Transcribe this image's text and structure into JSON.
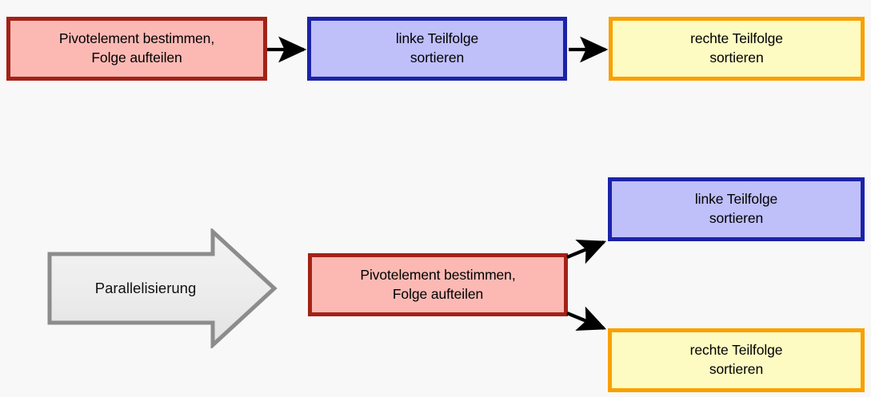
{
  "diagram": {
    "background_color": "#f8f8f8",
    "title_text": "",
    "colors": {
      "red_fill": "#fcb9b4",
      "red_border": "#a32217",
      "blue_fill": "#bfbffa",
      "blue_border": "#1c23a8",
      "yellow_fill": "#fdfac2",
      "yellow_border": "#f9a000",
      "arrow_stroke": "#000000",
      "block_arrow_fill": "#ececec",
      "block_arrow_border": "#8c8c8c"
    },
    "sequential": {
      "step1": "Pivotelement bestimmen,\nFolge aufteilen",
      "step2": "linke Teilfolge\nsortieren",
      "step3": "rechte Teilfolge\nsortieren"
    },
    "transition": {
      "label": "Parallelisierung"
    },
    "parallel": {
      "step1": "Pivotelement bestimmen,\nFolge aufteilen",
      "branch_upper": "linke Teilfolge\nsortieren",
      "branch_lower": "rechte Teilfolge\nsortieren"
    }
  }
}
